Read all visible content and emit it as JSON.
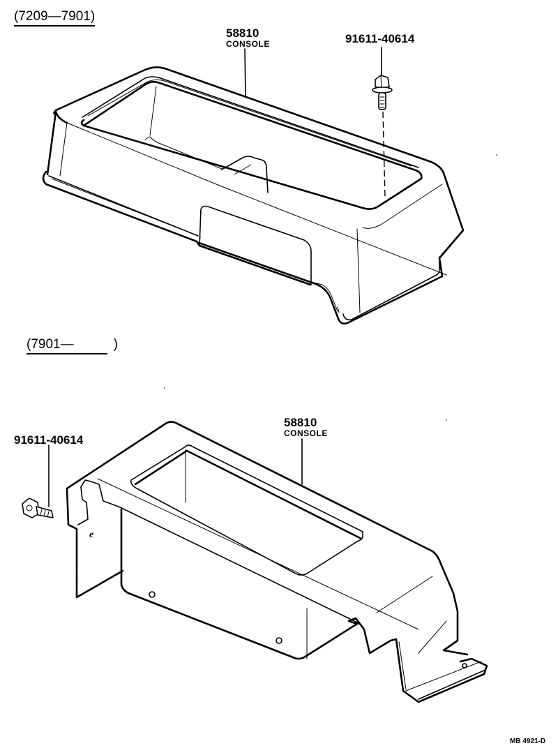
{
  "diagram": {
    "type": "exploded parts illustration",
    "background": "#ffffff",
    "ink": "#000000",
    "reference_code": "MB 4921-D"
  },
  "sections": [
    {
      "range_label": "(7209—7901)",
      "parts": [
        {
          "part_number": "58810",
          "part_name": "CONSOLE"
        },
        {
          "part_number": "91611-40614",
          "part_name": ""
        }
      ]
    },
    {
      "range_label": "(7901—   )",
      "parts": [
        {
          "part_number": "58810",
          "part_name": "CONSOLE"
        },
        {
          "part_number": "91611-40614",
          "part_name": ""
        }
      ]
    }
  ]
}
